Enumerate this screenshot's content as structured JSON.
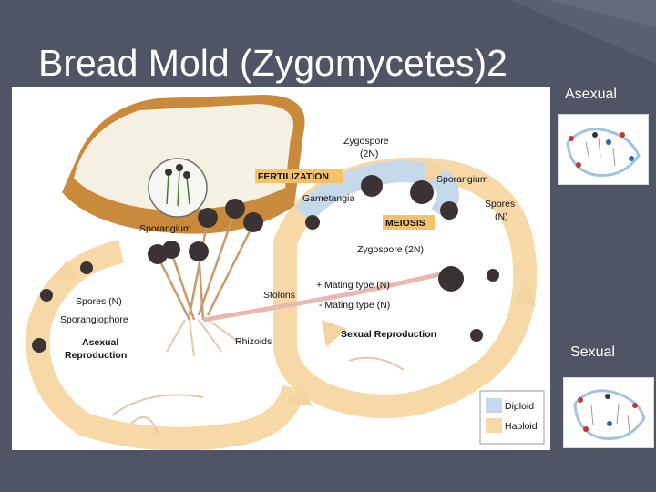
{
  "slide": {
    "title": "Bread Mold (Zygomycetes)2",
    "side_number": "2",
    "asexual_label": "Asexual",
    "sexual_label": "Sexual"
  },
  "diagram": {
    "labels": {
      "zygospore_top_1": "Zygospore",
      "zygospore_top_2": "(2N)",
      "fertilization": "FERTILIZATION",
      "gametangia": "Gametangia",
      "sporangium_right": "Sporangium",
      "spores_n_right_1": "Spores",
      "spores_n_right_2": "(N)",
      "meiosis": "MEIOSIS",
      "zygospore_2n": "Zygospore (2N)",
      "sporangium_left": "Sporangium",
      "spores_n_left": "Spores (N)",
      "sporangiophore": "Sporangiophore",
      "stolons": "Stolons",
      "mating_plus": "+ Mating type (N)",
      "mating_minus": "- Mating type (N)",
      "asexual_reproduction_1": "Asexual",
      "asexual_reproduction_2": "Reproduction",
      "rhizoids": "Rhizoids",
      "sexual_reproduction": "Sexual Reproduction",
      "legend_diploid": "Diploid",
      "legend_haploid": "Haploid"
    },
    "colors": {
      "haploid": "#f7d9a8",
      "diploid": "#c5d9ea",
      "highlight": "#f3c26b",
      "bread_crust": "#c98a3c",
      "bread_crumb": "#f4f1e2",
      "spore_dark": "#3b3333"
    }
  }
}
